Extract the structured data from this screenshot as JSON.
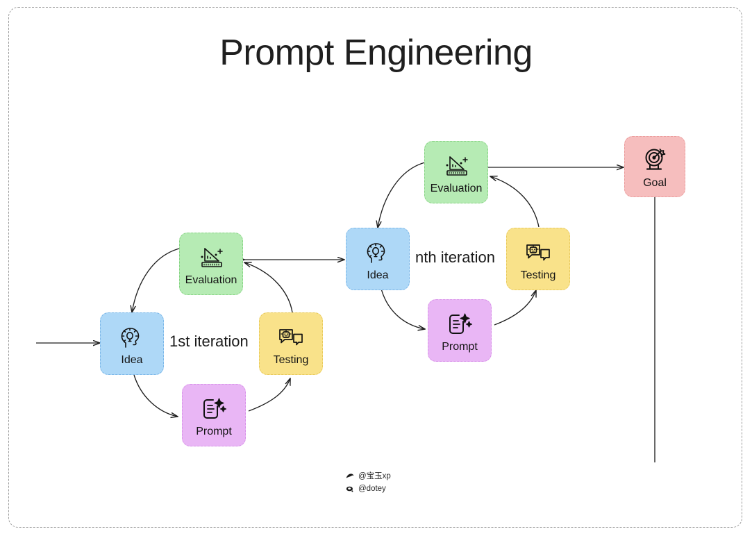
{
  "page": {
    "title": "Prompt Engineering",
    "background": "#ffffff",
    "frame_style": "dashed-rounded-rect",
    "frame_color": "#9a9a9a"
  },
  "colors": {
    "idea": "#aed8f7",
    "evaluation": "#b6ebb4",
    "testing": "#f9e28a",
    "prompt": "#e9b6f5",
    "goal": "#f6bebe",
    "edge": "#1f1f1f",
    "text": "#141414"
  },
  "cycles": [
    {
      "id": "cycle-1",
      "center_label": "1st iteration",
      "nodes": [
        {
          "id": "idea-1",
          "label": "Idea",
          "icon": "head-lightbulb-icon",
          "color_key": "idea"
        },
        {
          "id": "eval-1",
          "label": "Evaluation",
          "icon": "set-square-ruler-icon",
          "color_key": "evaluation"
        },
        {
          "id": "testing-1",
          "label": "Testing",
          "icon": "robot-chat-icon",
          "color_key": "testing"
        },
        {
          "id": "prompt-1",
          "label": "Prompt",
          "icon": "document-sparkle-icon",
          "color_key": "prompt"
        }
      ]
    },
    {
      "id": "cycle-n",
      "center_label": "nth iteration",
      "nodes": [
        {
          "id": "idea-n",
          "label": "Idea",
          "icon": "head-lightbulb-icon",
          "color_key": "idea"
        },
        {
          "id": "eval-n",
          "label": "Evaluation",
          "icon": "set-square-ruler-icon",
          "color_key": "evaluation"
        },
        {
          "id": "testing-n",
          "label": "Testing",
          "icon": "robot-chat-icon",
          "color_key": "testing"
        },
        {
          "id": "prompt-n",
          "label": "Prompt",
          "icon": "document-sparkle-icon",
          "color_key": "prompt"
        }
      ]
    }
  ],
  "goal": {
    "id": "goal",
    "label": "Goal",
    "icon": "target-dartboard-icon",
    "color_key": "goal"
  },
  "edges": [
    {
      "from": "input",
      "to": "idea-1",
      "type": "straight-arrow"
    },
    {
      "from": "idea-1",
      "to": "prompt-1",
      "type": "curved-arrow"
    },
    {
      "from": "prompt-1",
      "to": "testing-1",
      "type": "curved-arrow"
    },
    {
      "from": "testing-1",
      "to": "eval-1",
      "type": "curved-arrow"
    },
    {
      "from": "eval-1",
      "to": "idea-1",
      "type": "curved-arrow"
    },
    {
      "from": "eval-1",
      "to": "idea-n",
      "type": "straight-arrow"
    },
    {
      "from": "idea-n",
      "to": "prompt-n",
      "type": "curved-arrow"
    },
    {
      "from": "prompt-n",
      "to": "testing-n",
      "type": "curved-arrow"
    },
    {
      "from": "testing-n",
      "to": "eval-n",
      "type": "curved-arrow"
    },
    {
      "from": "eval-n",
      "to": "idea-n",
      "type": "curved-arrow"
    },
    {
      "from": "eval-n",
      "to": "goal",
      "type": "straight-arrow"
    },
    {
      "from": "goal",
      "to": "bottom",
      "type": "straight-line"
    }
  ],
  "watermark": {
    "lines": [
      {
        "icon": "bird-icon",
        "handle": "@宝玉xp"
      },
      {
        "icon": "cloud-icon",
        "handle": "@dotey"
      }
    ]
  }
}
